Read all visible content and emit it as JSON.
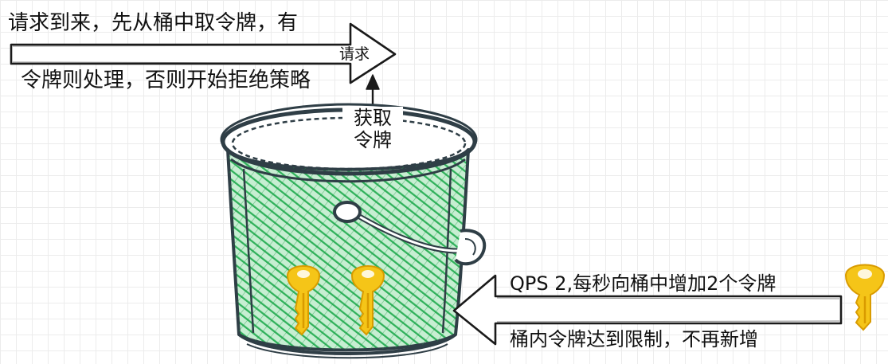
{
  "labels": {
    "top_line1": "请求到来，先从桶中取令牌，有",
    "top_line2": "令牌则处理，否则开始拒绝策略",
    "request_arrow": "请求",
    "acquire_line1": "获取",
    "acquire_line2": "令牌",
    "qps": "QPS 2,每秒向桶中增加2个令牌",
    "limit": "桶内令牌达到限制，不再新增"
  },
  "icons": {
    "bucket": "bucket-icon",
    "key": "key-icon"
  },
  "colors": {
    "ink": "#2f3e46",
    "bucket_fill": "#2fb15a",
    "bucket_fill_light": "#b8e8c5",
    "key": "#f5c518",
    "key_dark": "#d99b00",
    "arrow_fill": "#ffffff",
    "text": "#111111"
  }
}
